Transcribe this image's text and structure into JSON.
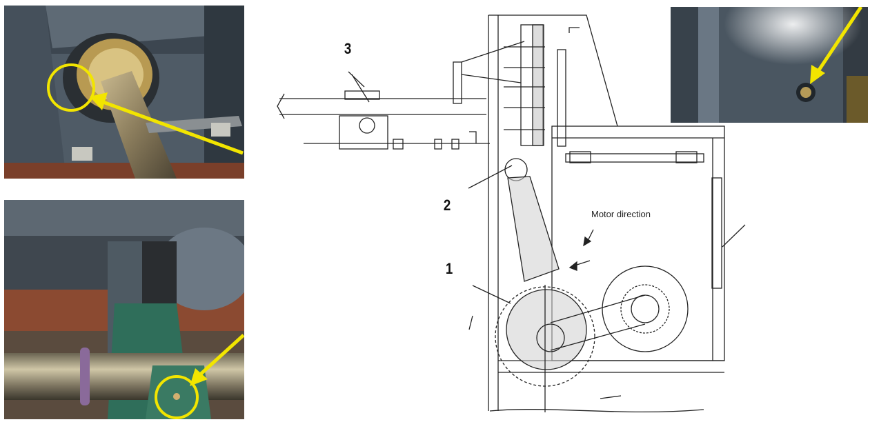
{
  "callouts": {
    "part_1": "1",
    "part_2": "2",
    "part_3": "3"
  },
  "drawing": {
    "motor_direction_label": "Motor direction"
  },
  "colors": {
    "highlight": "#f2e500",
    "machine_paint": "#55616b",
    "line": "#222222"
  },
  "icons": {
    "arrow": "arrow-icon",
    "circle_highlight": "circle-highlight-icon"
  }
}
